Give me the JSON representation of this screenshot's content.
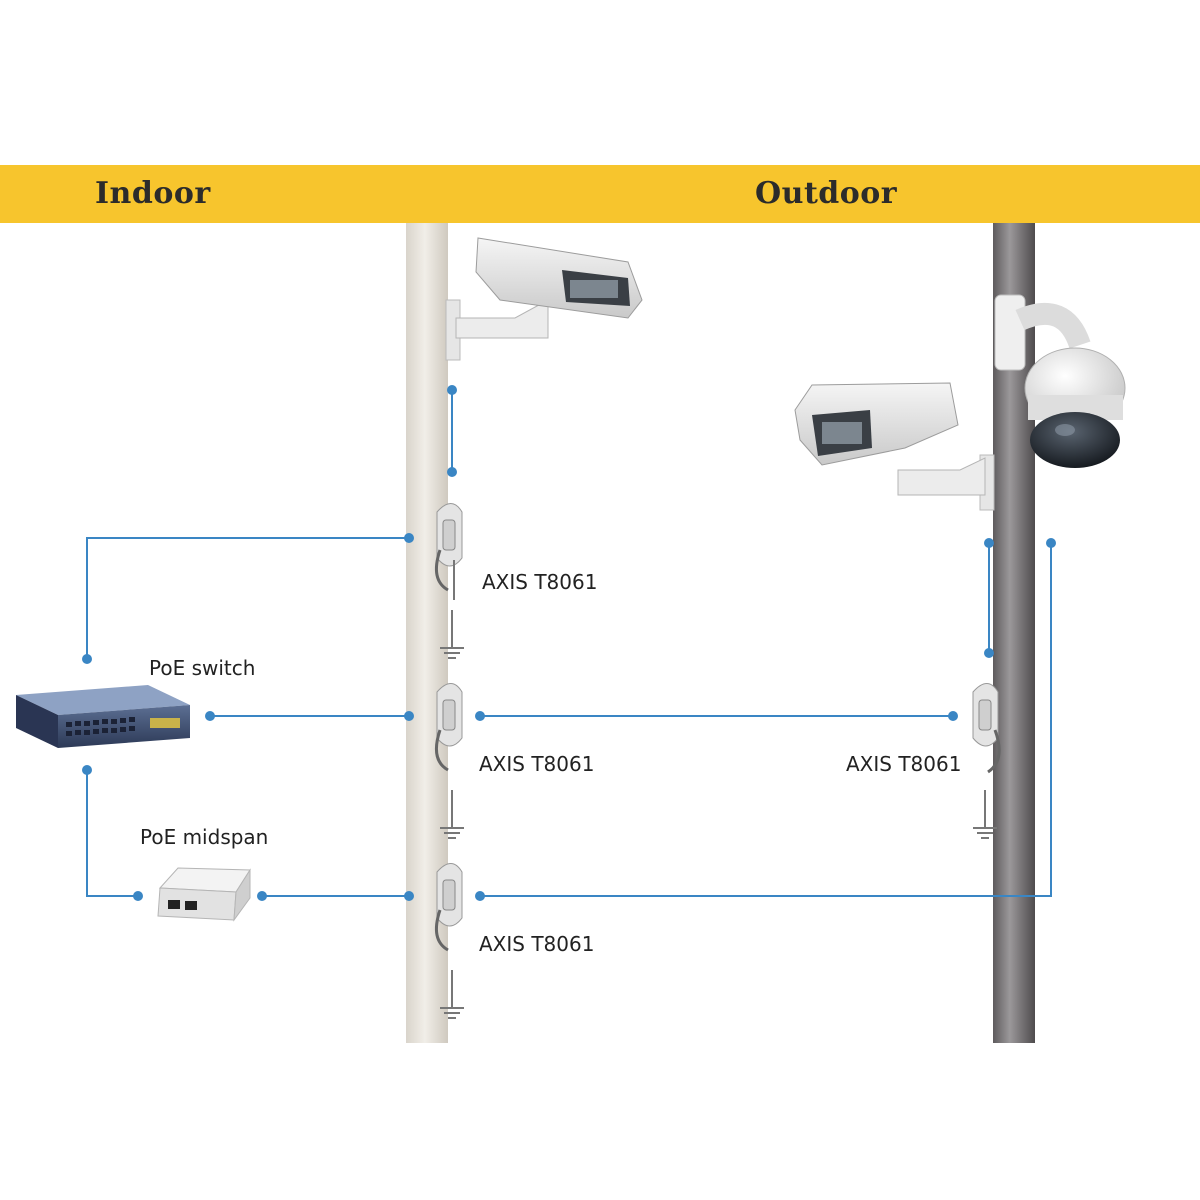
{
  "zones": {
    "indoor": "Indoor",
    "outdoor": "Outdoor"
  },
  "devices": {
    "poe_switch": "PoE switch",
    "poe_midspan": "PoE midspan",
    "media_converter_label": "AXIS T8061"
  },
  "converters": [
    {
      "label": "AXIS T8061"
    },
    {
      "label": "AXIS T8061"
    },
    {
      "label": "AXIS T8061"
    },
    {
      "label": "AXIS T8061"
    }
  ],
  "colors": {
    "banner": "#f7c52d",
    "cable": "#3a86c4",
    "indoor_pole": "#e7e3dc",
    "outdoor_pole": "#7d7a7c"
  }
}
